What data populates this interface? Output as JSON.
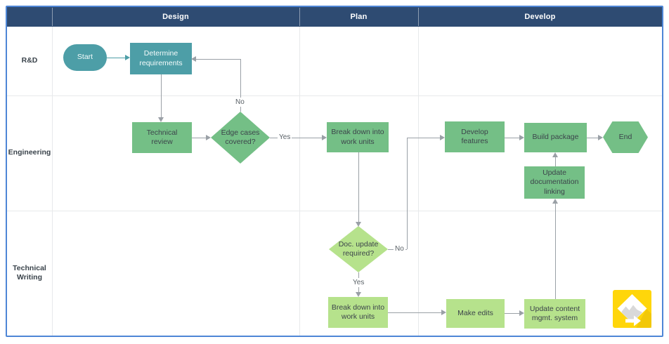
{
  "header": {
    "phases": {
      "design": "Design",
      "plan": "Plan",
      "develop": "Develop"
    }
  },
  "lanes": {
    "rnd": "R&D",
    "engineering": "Engineering",
    "technical_writing": "Technical Writing"
  },
  "nodes": {
    "start": "Start",
    "determine_requirements": "Determine requirements",
    "technical_review": "Technical review",
    "edge_cases": "Edge cases covered?",
    "break_down_eng": "Break down into work units",
    "develop_features": "Develop features",
    "build_package": "Build package",
    "end": "End",
    "update_doc_linking": "Update documentation linking",
    "doc_update": "Doc. update required?",
    "break_down_tw": "Break down into work units",
    "make_edits": "Make edits",
    "update_cms": "Update content mgmt. system"
  },
  "edge_labels": {
    "edge_cases_yes": "Yes",
    "edge_cases_no": "No",
    "doc_update_yes": "Yes",
    "doc_update_no": "No"
  },
  "colors": {
    "header_bg": "#2e4b72",
    "frame_border": "#4e86d6",
    "teal": "#4d9ea7",
    "green": "#74bf86",
    "light_green": "#b6e28c",
    "connector": "#9aa0a6",
    "logo_yellow": "#ffd60a"
  },
  "icons": {
    "watermark": "diagram-app-logo"
  }
}
